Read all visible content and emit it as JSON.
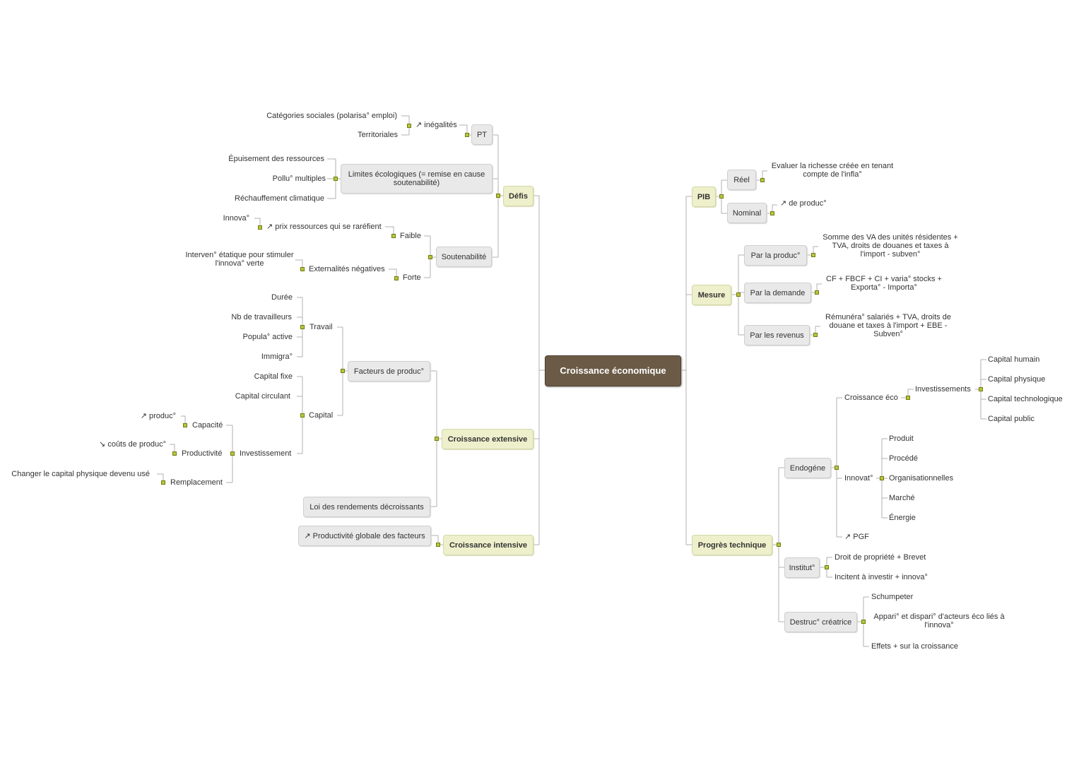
{
  "center": "Croissance économique",
  "left": {
    "defis": {
      "label": "Défis",
      "pt": {
        "label": "PT",
        "inegalites": "↗ inégalités",
        "items": [
          "Catégories sociales (polarisa° emploi)",
          "Territoriales"
        ]
      },
      "limites": {
        "label": "Limites écologiques (= remise en cause soutenabilité)",
        "items": [
          "Épuisement des ressources",
          "Pollu° multiples",
          "Réchauffement climatique"
        ]
      },
      "soutenabilite": {
        "label": "Soutenabilité",
        "faible": {
          "label": "Faible",
          "child": "↗ prix ressources qui se raréfient",
          "grandchild": "Innova°"
        },
        "forte": {
          "label": "Forte",
          "child": "Externalités négatives",
          "grandchild": "Interven° étatique pour stimuler l'innova° verte"
        }
      }
    },
    "extensive": {
      "label": "Croissance extensive",
      "facteurs": {
        "label": "Facteurs de produc°",
        "travail": {
          "label": "Travail",
          "items": [
            "Durée",
            "Nb de travailleurs",
            "Popula° active",
            "Immigra°"
          ]
        },
        "capital": {
          "label": "Capital",
          "items": [
            "Capital fixe",
            "Capital circulant"
          ],
          "investissement": {
            "label": "Investissement",
            "capacite": {
              "label": "Capacité",
              "child": "↗ produc°"
            },
            "productivite": {
              "label": "Productivité",
              "child": "↘ coûts de produc°"
            },
            "remplacement": {
              "label": "Remplacement",
              "child": "Changer le capital physique devenu usé"
            }
          }
        }
      },
      "loi": "Loi des rendements décroissants"
    },
    "intensive": {
      "label": "Croissance intensive",
      "child": "↗ Productivité globale des facteurs"
    }
  },
  "right": {
    "pib": {
      "label": "PIB",
      "reel": {
        "label": "Réel",
        "child": "Evaluer la richesse créée en tenant compte de l'infla°"
      },
      "nominal": {
        "label": "Nominal",
        "child": "↗ de produc°"
      }
    },
    "mesure": {
      "label": "Mesure",
      "production": {
        "label": "Par la produc°",
        "child": "Somme des VA des unités résidentes + TVA, droits de douanes et taxes à l'import - subven°"
      },
      "demande": {
        "label": "Par la demande",
        "child": "CF + FBCF + CI + varia° stocks + Exporta° - Importa°"
      },
      "revenus": {
        "label": "Par les revenus",
        "child": "Rémunéra° salariés + TVA, droits de douane et taxes à l'import + EBE - Subven°"
      }
    },
    "progres": {
      "label": "Progrès technique",
      "endogene": {
        "label": "Endogéne",
        "croissance_eco": {
          "label": "Croissance éco",
          "investissements": "Investissements",
          "items": [
            "Capital humain",
            "Capital physique",
            "Capital technologique",
            "Capital public"
          ]
        },
        "innovat": {
          "label": "Innovat°",
          "items": [
            "Produit",
            "Procédé",
            "Organisationnelles",
            "Marché",
            "Énergie"
          ]
        },
        "pgf": "↗ PGF"
      },
      "institut": {
        "label": "Institut°",
        "items": [
          "Droit de propriété + Brevet",
          "Incitent à investir + innova°"
        ]
      },
      "destruc": {
        "label": "Destruc° créatrice",
        "items": [
          "Schumpeter",
          "Appari° et dispari° d'acteurs éco liés à l'innova°",
          "Effets + sur la croissance"
        ]
      }
    }
  }
}
